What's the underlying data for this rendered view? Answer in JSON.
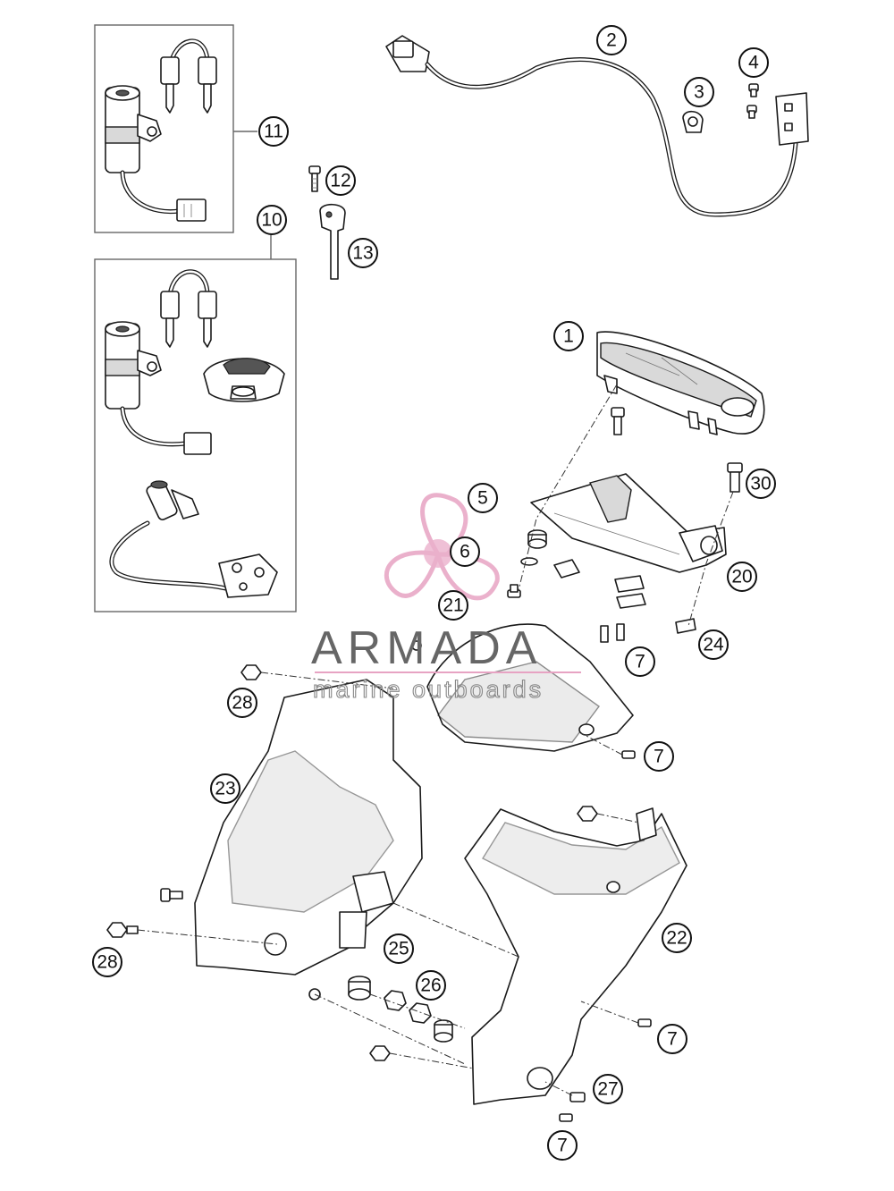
{
  "callouts": [
    "1",
    "2",
    "3",
    "4",
    "5",
    "6",
    "7",
    "10",
    "11",
    "12",
    "13",
    "20",
    "21",
    "22",
    "23",
    "24",
    "25",
    "26",
    "27",
    "28",
    "30"
  ],
  "watermark": {
    "brand": "ARMADA",
    "tagline": "marine outboards",
    "brand_color": "#6e6e6e",
    "logo_color": "#e7a3c3"
  }
}
